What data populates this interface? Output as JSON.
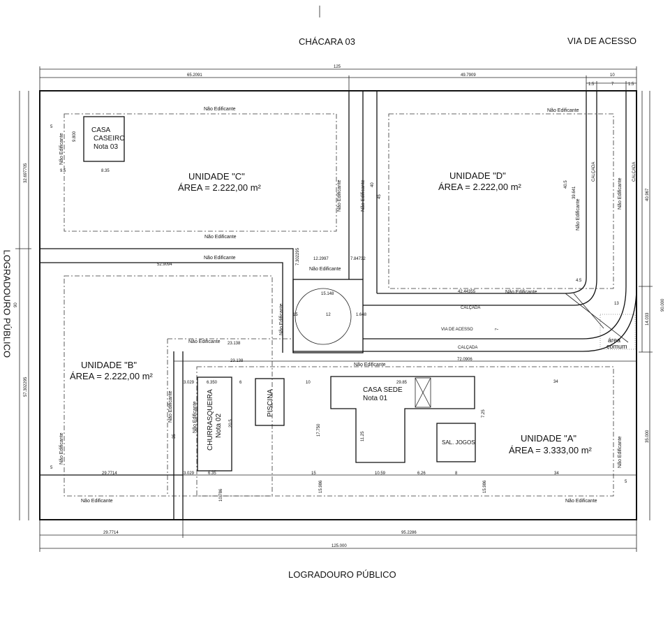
{
  "headings": {
    "top": "CHÁCARA 03",
    "top_right": "VIA DE ACESSO",
    "bottom": "LOGRADOURO PÚBLICO",
    "left": "LOGRADOURO PÚBLICO"
  },
  "units": {
    "c": {
      "name": "UNIDADE \"C\"",
      "area": "ÁREA = 2.222,00 m²"
    },
    "d": {
      "name": "UNIDADE \"D\"",
      "area": "ÁREA = 2.222,00 m²"
    },
    "b": {
      "name": "UNIDADE \"B\"",
      "area": "ÁREA = 2.222,00 m²"
    },
    "a": {
      "name": "UNIDADE \"A\"",
      "area": "ÁREA = 3.333,00 m²"
    }
  },
  "buildings": {
    "casa_caseiro": [
      "CASA",
      "CASEIRO",
      "Nota 03"
    ],
    "casa_sede": [
      "CASA SEDE",
      "Nota 01"
    ],
    "churrasqueira": [
      "CHURRASQUEIRA",
      "Nota 02"
    ],
    "piscina": "PISCINA",
    "sal_jogos": "SAL. JOGOS"
  },
  "labels": {
    "nao_edificante": "Não Edificante",
    "calcada": "CALÇADA",
    "via_de_acesso": "VIA DE ACESSO",
    "area_comum": [
      "área",
      "comum"
    ]
  },
  "dimensions": {
    "top_total": "125",
    "top_left": "65.2091",
    "top_mid": "49.7909",
    "top_right": "10",
    "top_r1": "1.5",
    "top_r2": "7",
    "top_r3": "1.5",
    "bottom_left": "29.7714",
    "bottom_mid": "95.2286",
    "bottom_total": "125.000",
    "left_upper": "32.697705",
    "left_total": "90",
    "left_lower": "57.302295",
    "right_upper": "40.967",
    "right_total": "90.000",
    "right_lower": "35.000",
    "right_road": "14.033",
    "b_top": "52.9094",
    "c_mid": "12.2997",
    "c_small": "7.84732",
    "c_small2": "7.302295",
    "d_bottom": "42.44355",
    "b_mid": "23.138",
    "b_mid2": "23.138",
    "a_top": "72.0906",
    "circle_15": "15.148",
    "circle_12": "12",
    "circle_15b": "15",
    "circle_1648": "1.648",
    "casa_w": "8.35",
    "casa_9": "9.5",
    "casa_v": "9.800",
    "d_40": "40.5",
    "d_39": "39.641",
    "c_45": "45",
    "c_40": "40",
    "sede_2985": "29.85",
    "a_34": "34",
    "a_34b": "34",
    "ch_3029": "3.029",
    "ch_6350": "6.350",
    "ch_6": "6",
    "ch_10": "10",
    "ch_205": "20.5",
    "p_1775": "17.750",
    "b_2977": "29.7714",
    "b_3029b": "3.029",
    "b_635": "6.35",
    "b_15": "15",
    "b_1059": "10.59",
    "b_626": "6.26",
    "b_8": "8",
    "s_1125": "11.25",
    "d_725": "7.25",
    "v_10786": "10.786",
    "v_15986": "15.986",
    "v_05986": "15.986",
    "a_5": "5",
    "b_5": "5",
    "c_5": "5",
    "n_35": "35",
    "n_13": "13",
    "n_45": "4.5",
    "n_7": "7"
  }
}
